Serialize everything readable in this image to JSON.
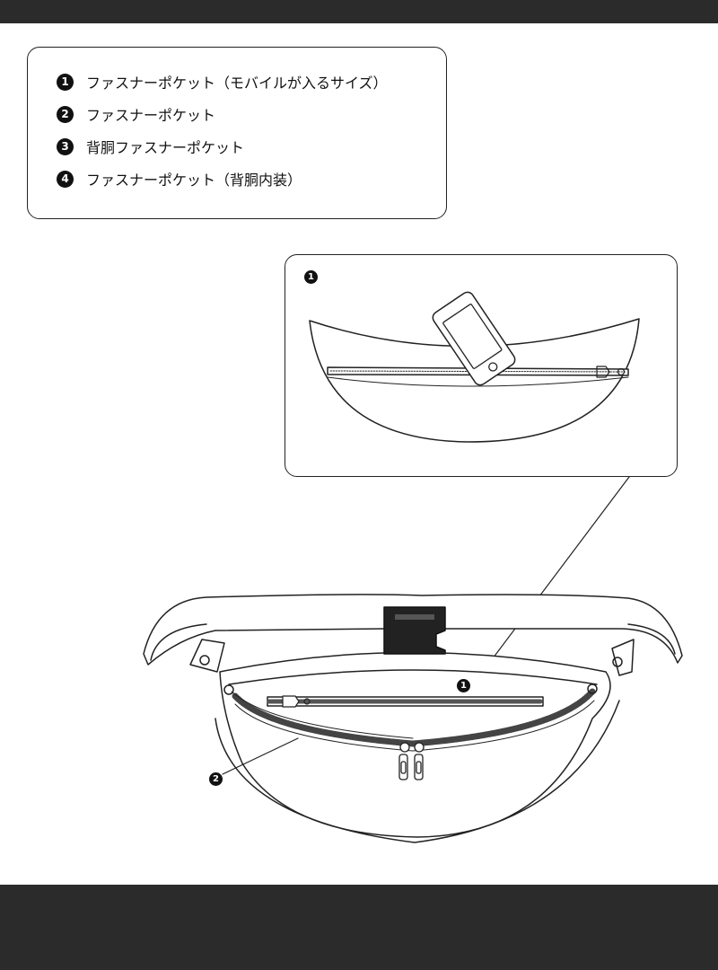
{
  "legend": {
    "items": [
      {
        "number": "1",
        "label": "ファスナーポケット（モバイルが入るサイズ）"
      },
      {
        "number": "2",
        "label": "ファスナーポケット"
      },
      {
        "number": "3",
        "label": "背胴ファスナーポケット"
      },
      {
        "number": "4",
        "label": "ファスナーポケット（背胴内装）"
      }
    ]
  },
  "detail": {
    "callout": "1"
  },
  "bag": {
    "callout_pocket1": "1",
    "callout_pocket2": "2"
  }
}
